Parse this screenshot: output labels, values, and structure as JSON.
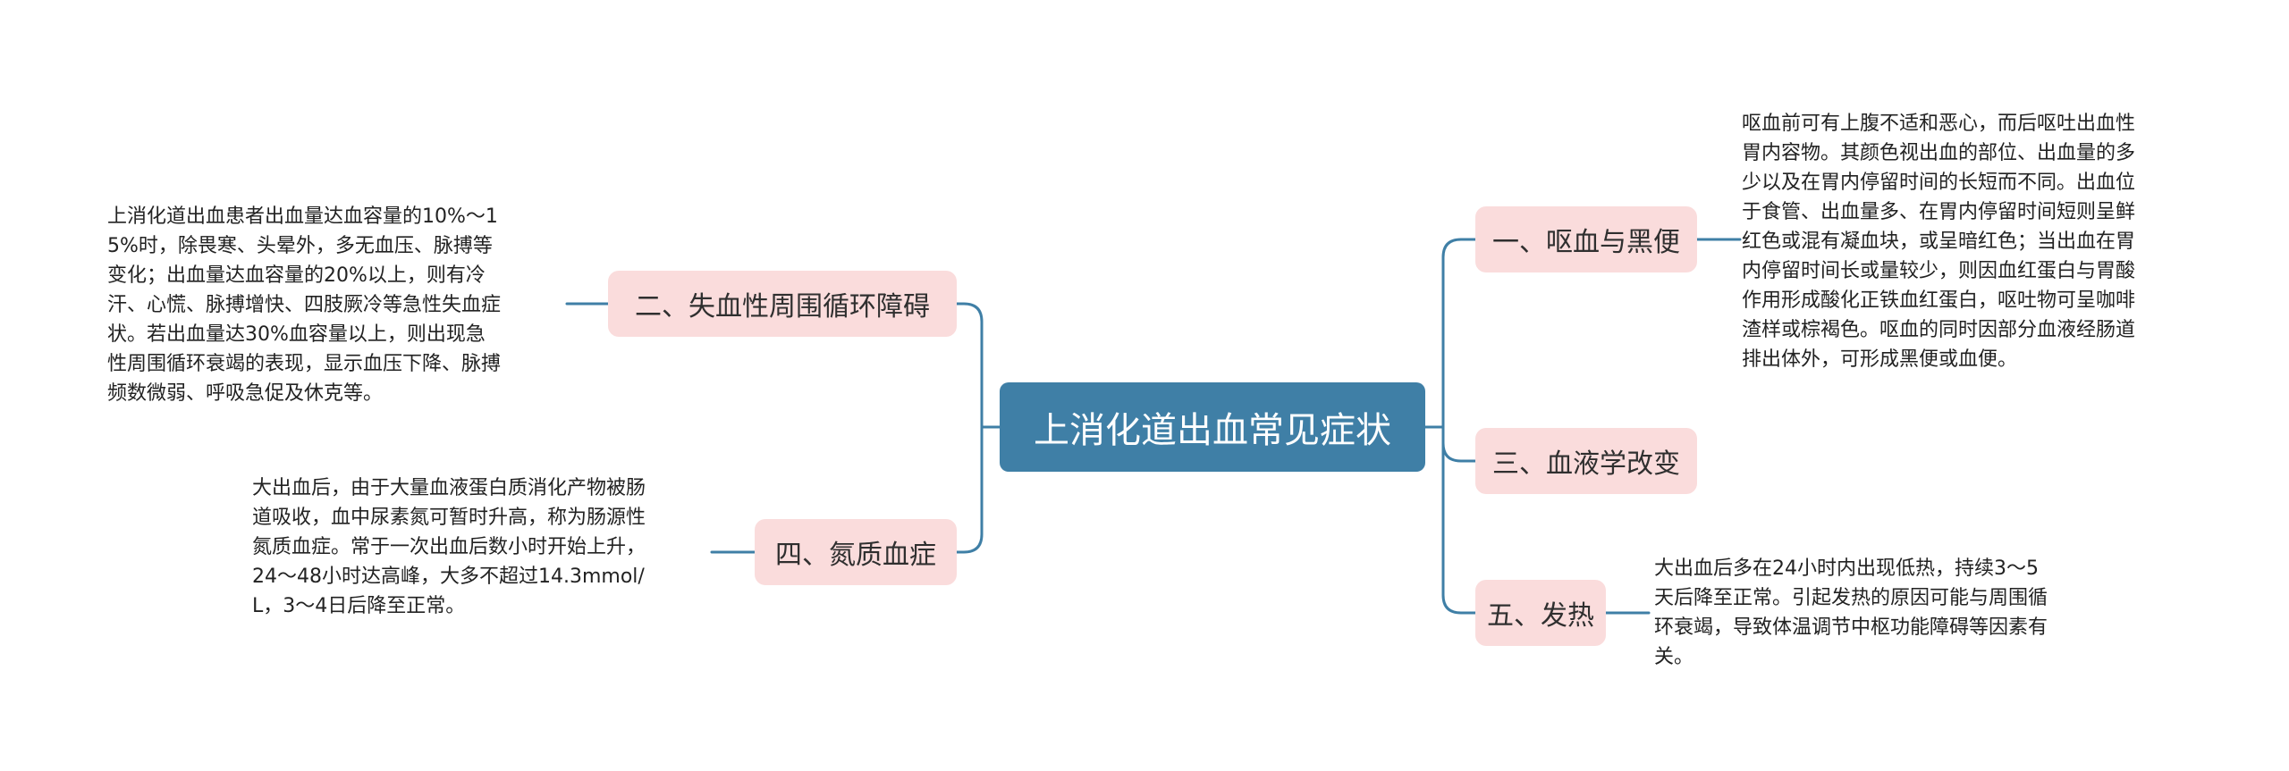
{
  "colors": {
    "root_bg": "#3f7fa6",
    "branch_bg": "#fadcdc",
    "connector": "#3f7fa6"
  },
  "root": {
    "label": "上消化道出血常见症状"
  },
  "branches": {
    "b1": {
      "label": "一、呕血与黑便",
      "note": "呕血前可有上腹不适和恶心，而后呕吐出血性\n胃内容物。其颜色视出血的部位、出血量的多\n少以及在胃内停留时间的长短而不同。出血位\n于食管、出血量多、在胃内停留时间短则呈鲜\n红色或混有凝血块，或呈暗红色；当出血在胃\n内停留时间长或量较少，则因血红蛋白与胃酸\n作用形成酸化正铁血红蛋白，呕吐物可呈咖啡\n渣样或棕褐色。呕血的同时因部分血液经肠道\n排出体外，可形成黑便或血便。"
    },
    "b2": {
      "label": "二、失血性周围循环障碍",
      "note": "上消化道出血患者出血量达血容量的10%～1\n5%时，除畏寒、头晕外，多无血压、脉搏等\n变化；出血量达血容量的20%以上，则有冷\n汗、心慌、脉搏增快、四肢厥冷等急性失血症\n状。若出血量达30%血容量以上，则出现急\n性周围循环衰竭的表现，显示血压下降、脉搏\n频数微弱、呼吸急促及休克等。"
    },
    "b3": {
      "label": "三、血液学改变"
    },
    "b4": {
      "label": "四、氮质血症",
      "note": "大出血后，由于大量血液蛋白质消化产物被肠\n道吸收，血中尿素氮可暂时升高，称为肠源性\n氮质血症。常于一次出血后数小时开始上升，\n24～48小时达高峰，大多不超过14.3mmol/\nL，3～4日后降至正常。"
    },
    "b5": {
      "label": "五、发热",
      "note": "大出血后多在24小时内出现低热，持续3～5\n天后降至正常。引起发热的原因可能与周围循\n环衰竭，导致体温调节中枢功能障碍等因素有\n关。"
    }
  }
}
